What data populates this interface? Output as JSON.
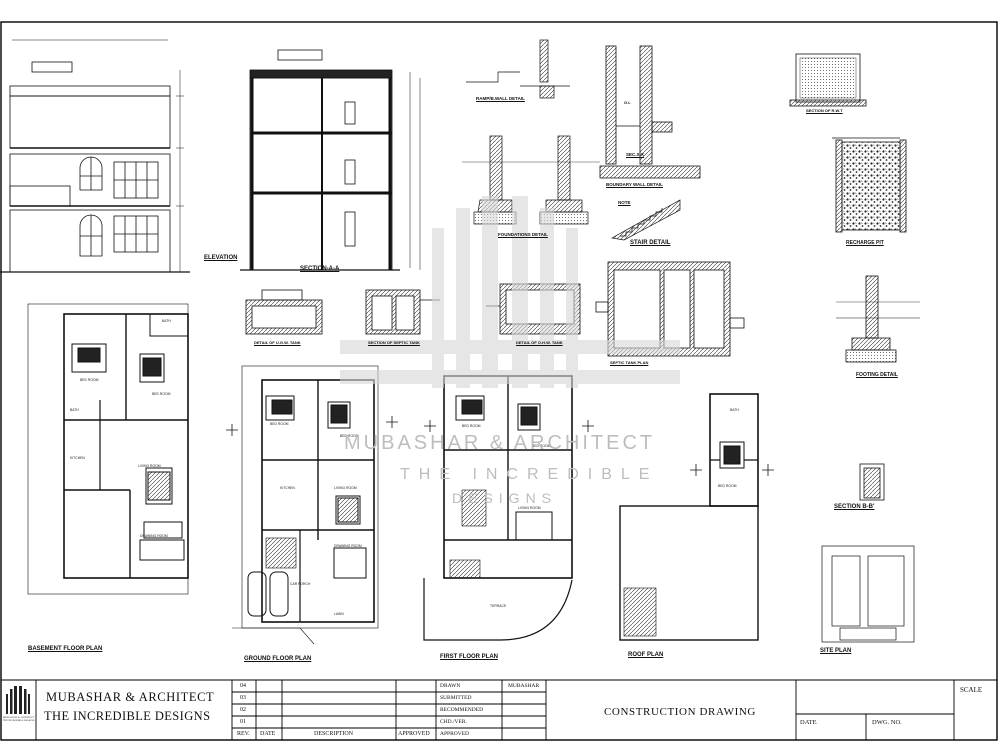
{
  "labels": {
    "elevation": "ELEVATION",
    "section_aa": "SECTION-A-A",
    "ramp_wall_detail": "RAMP/B.WALL DETAIL",
    "foundations_detail": "FOUNDATIONS DETAIL",
    "boundary_wall_detail": "BOUNDARY WALL DETAIL",
    "sec_xx": "SEC.X-X",
    "stair_detail": "STAIR DETAIL",
    "section_rwt": "SECTION OF R.W.T",
    "recharge_pit": "RECHARGE PIT",
    "footing_detail": "FOOTING DETAIL",
    "detail_ugwt": "DETAIL OF U.G.W. TANK",
    "section_septic": "SECTION OF SEPTIC TANK",
    "detail_ohwt": "DETAIL OF O.H.W. TANK",
    "septic_tank_plan": "SEPTIC TANK PLAN",
    "section_bb": "SECTION B-B'",
    "basement_floor_plan": "BASEMENT FLOOR PLAN",
    "ground_floor_plan": "GROUND FLOOR PLAN",
    "first_floor_plan": "FIRST FLOOR PLAN",
    "roof_plan": "ROOF PLAN",
    "site_plan": "SITE PLAN",
    "note": "NOTE",
    "terrace": "TERRACE",
    "gl": "G.L"
  },
  "rooms": {
    "bath": "BATH",
    "bed_room": "BED ROOM",
    "kitchen": "KITCHEN",
    "living_room": "LIVING ROOM",
    "drawing_room": "DRAWING ROOM",
    "lawn": "LAWN",
    "car_porch": "CAR PORCH"
  },
  "watermark": {
    "line1": "MUBASHAR & ARCHITECT",
    "line2": "THE INCREDIBLE",
    "line3": "DESIGNS"
  },
  "title_block": {
    "firm_line1": "MUBASHAR & ARCHITECT",
    "firm_line2": "THE INCREDIBLE DESIGNS",
    "logo_sub": "MUBASHAR & ARCHITECT THE INCREDIBLE DESIGNS",
    "rev_numbers": [
      "04",
      "03",
      "02",
      "01"
    ],
    "rev_header": "REV.",
    "date_header": "DATE",
    "description_header": "DESCRIPTION",
    "approved_header": "APPROVED",
    "roles": [
      "DRAWN",
      "SUBMITTED",
      "RECOMMENDED",
      "CHD./VER.",
      "APPROVED"
    ],
    "drawn_by": "MUBASHAR",
    "drawing_title": "CONSTRUCTION DRAWING",
    "scale_label": "SCALE",
    "date_label": "DATE",
    "dwg_no_label": "DWG. NO."
  }
}
